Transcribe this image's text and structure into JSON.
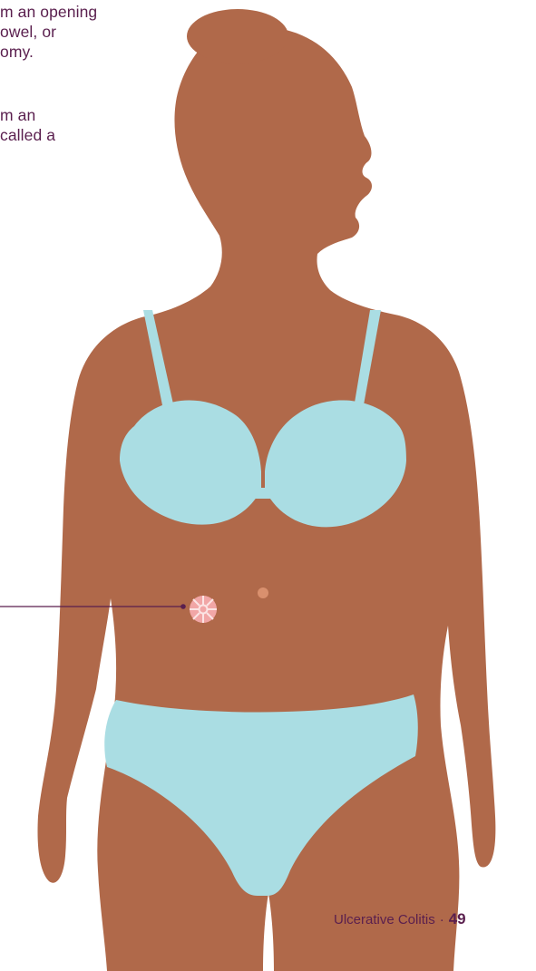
{
  "text_fragments": {
    "paragraph_1": [
      "m an opening",
      "owel, or",
      "omy."
    ],
    "paragraph_2": [
      "m an",
      "called a"
    ]
  },
  "footer": {
    "title": "Ulcerative Colitis",
    "separator": "·",
    "page_number": "49"
  },
  "colors": {
    "skin": "#b0694a",
    "garment": "#aadde3",
    "stoma": "#f1a6a6",
    "navel": "#d9906e",
    "text": "#5a1f4e"
  }
}
